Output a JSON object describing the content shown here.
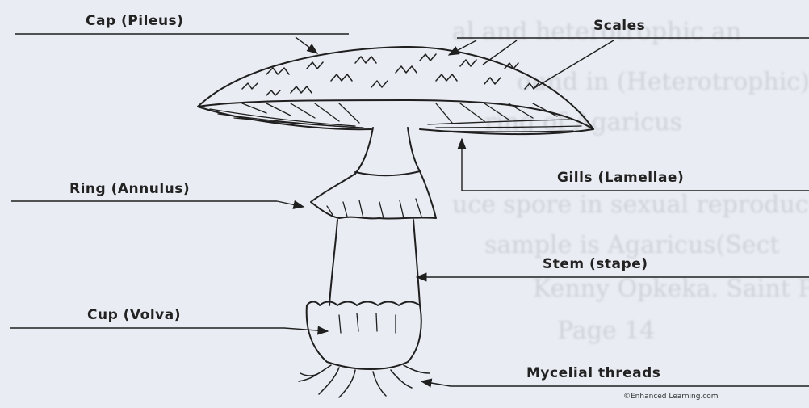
{
  "labels": {
    "cap": "Cap (Pileus)",
    "scales": "Scales",
    "gills": "Gills (Lamellae)",
    "ring": "Ring (Annulus)",
    "stem": "Stem (stape)",
    "cup": "Cup (Volva)",
    "mycelial": "Mycelial threads"
  },
  "watermark": "©Enhanced Learning.com",
  "colors": {
    "paper": "#e9ecf2",
    "ink": "#1f1f1f",
    "bleed_through": "#b9bdc6"
  },
  "bleed_through_lines": [
    "al and heterotrophic an",
    "ound in (Heterotrophic)",
    "ring of Agaricus",
    "uce spore in sexual reproduction",
    "sample is Agaricus(Sect",
    "Kenny Opkeka. Saint  Pages",
    "Page 14"
  ]
}
